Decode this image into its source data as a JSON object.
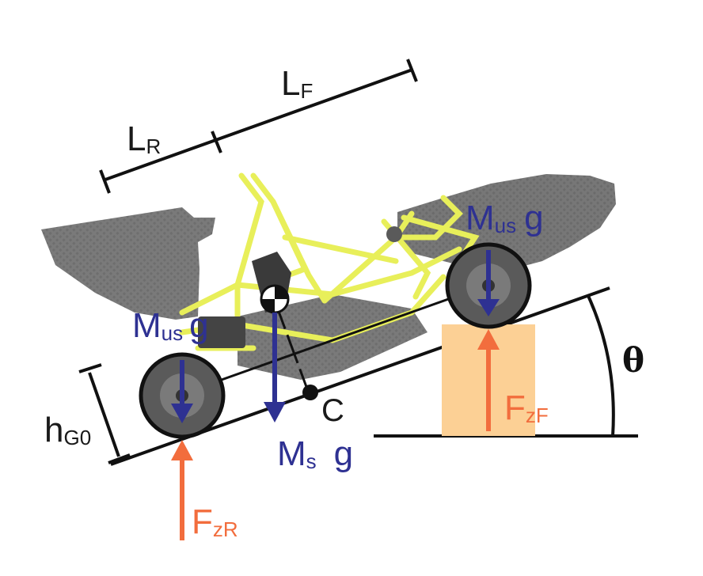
{
  "labels": {
    "lr_main": "L",
    "lr_sub": "R",
    "lf_main": "L",
    "lf_sub": "F",
    "hg0_main": "h",
    "hg0_sub": "G0",
    "theta": "θ",
    "c_point": "C",
    "mus_front_main": "M",
    "mus_front_sub": "us",
    "mus_front_g": "g",
    "mus_rear_main": "M",
    "mus_rear_sub": "us",
    "mus_rear_g": "g",
    "ms_main": "M",
    "ms_sub": "s",
    "ms_g": "g",
    "fzf_main": "F",
    "fzf_sub": "zF",
    "fzr_main": "F",
    "fzr_sub": "zR"
  },
  "colors": {
    "mass_arrow": "#2e3192",
    "force_arrow": "#f26d3d",
    "ramp_block": "#fcd095",
    "frame": "#e8ef5a",
    "bodywork": "#6e6e6e",
    "dimension_lines": "#111111"
  },
  "icons": {
    "cg_marker": "center-of-gravity-icon"
  }
}
